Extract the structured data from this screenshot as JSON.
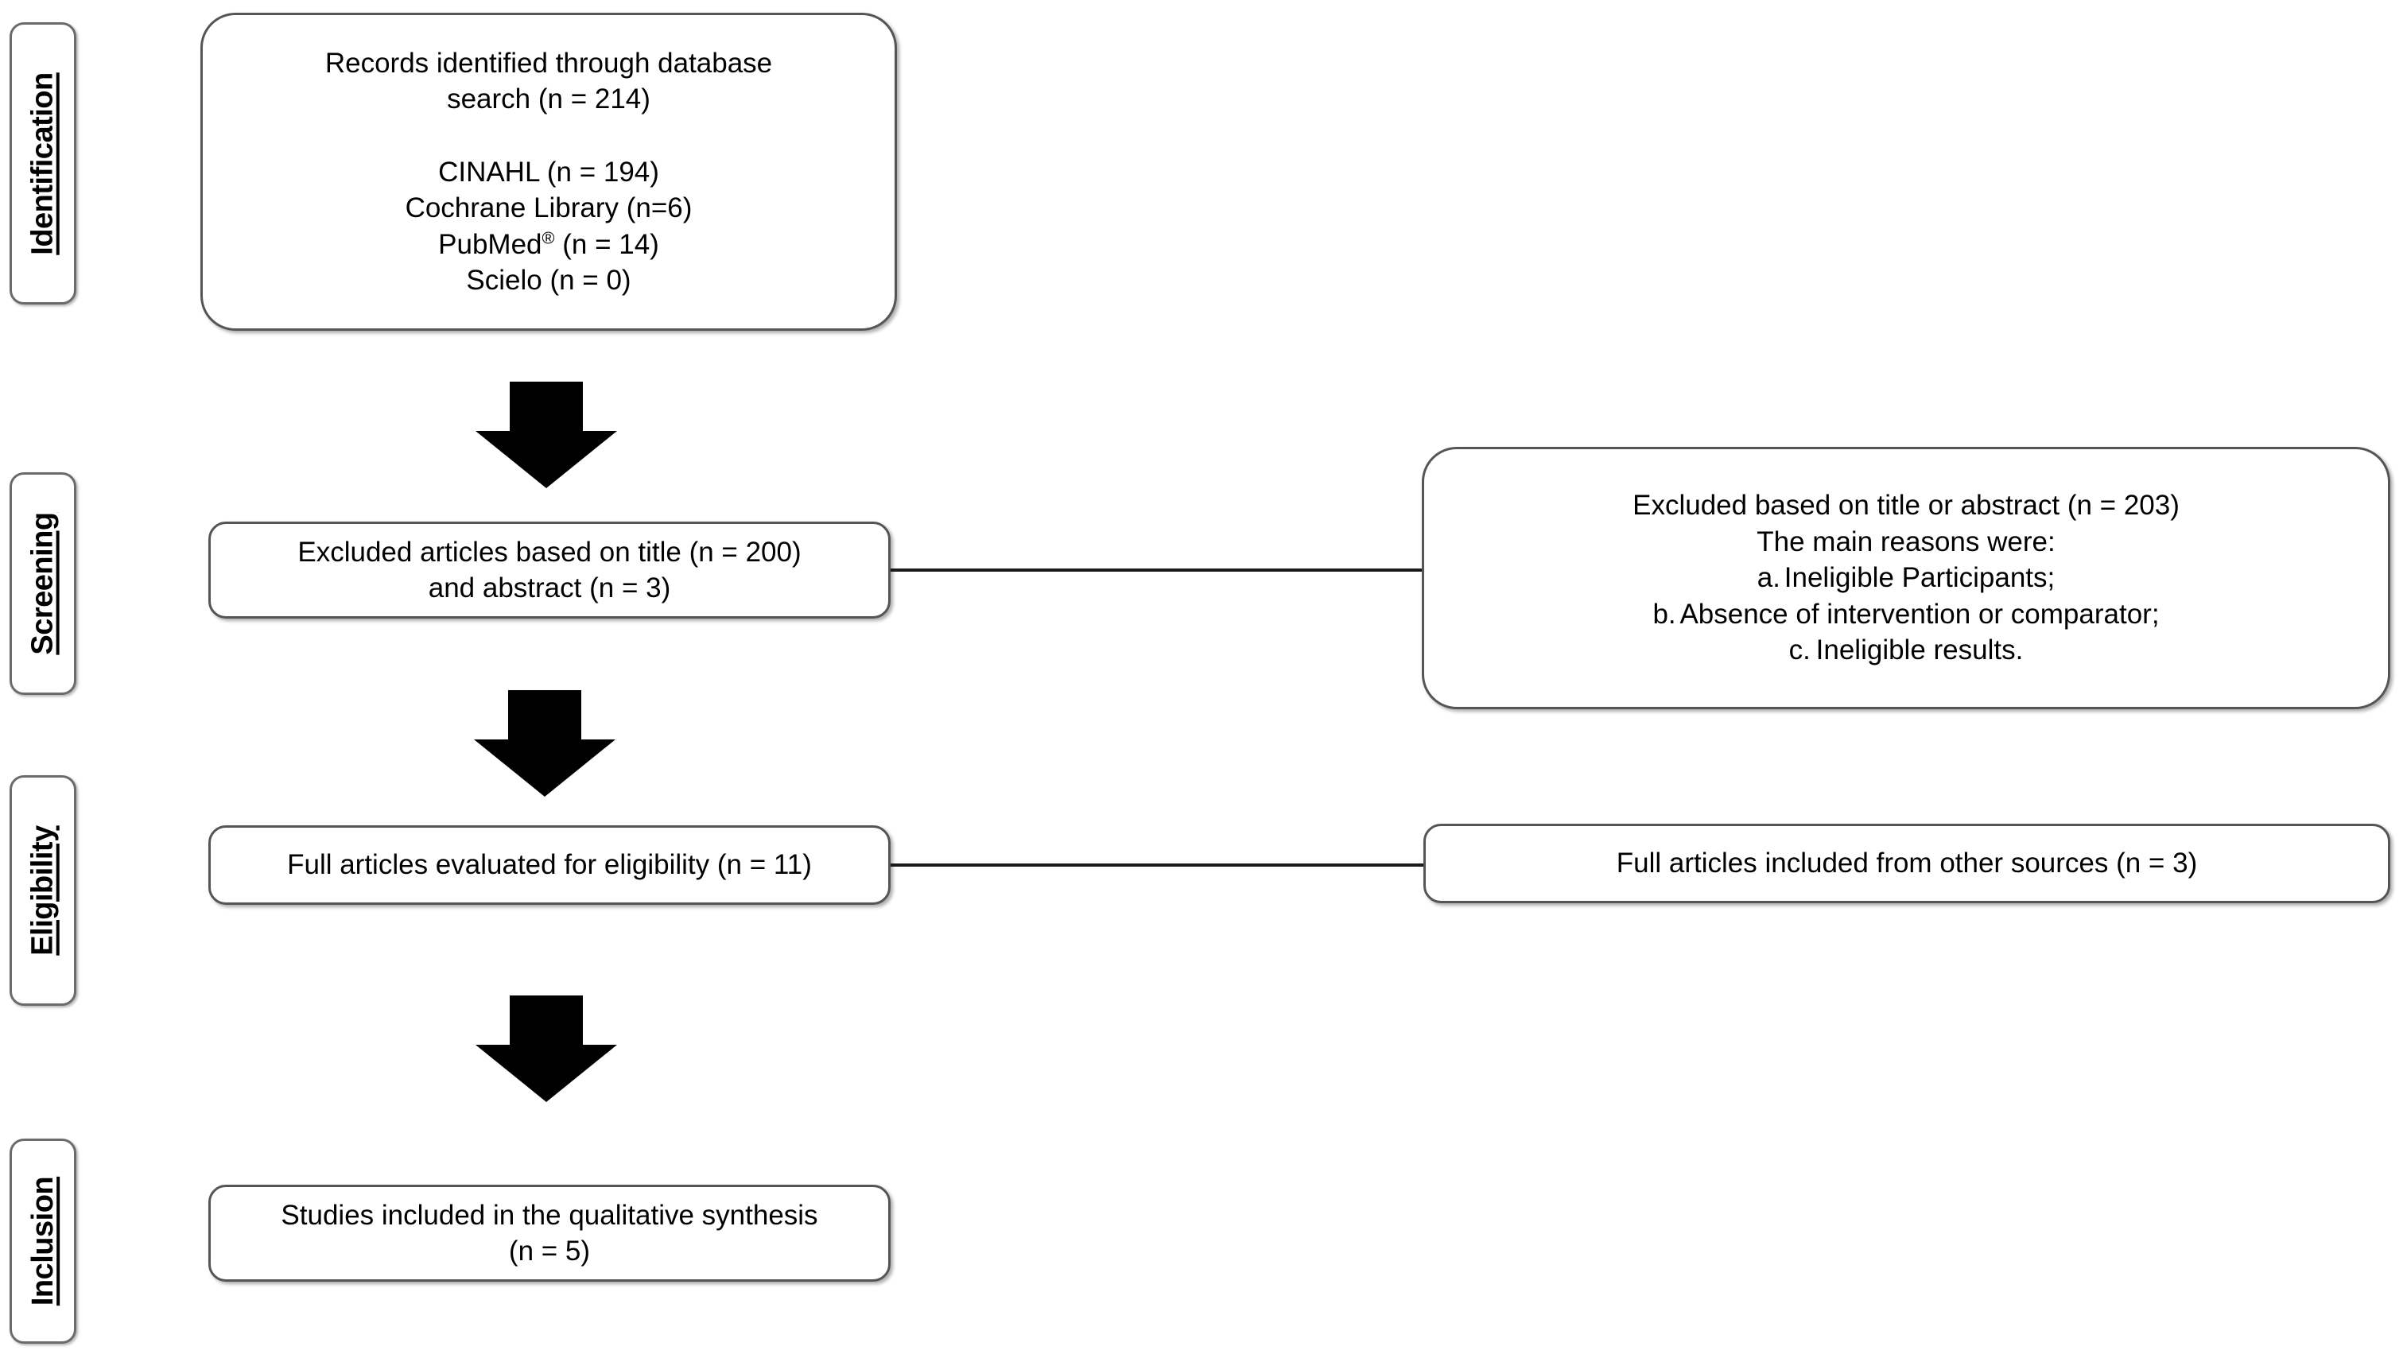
{
  "diagram": {
    "title": "PRISMA flow diagram",
    "type": "prisma-flowchart",
    "line_color": "#1a1a1a",
    "box_border_color": "#555555",
    "arrow_color": "#000000",
    "background": "#ffffff"
  },
  "stages": [
    {
      "id": "identification",
      "label": "Identification"
    },
    {
      "id": "screening",
      "label": "Screening"
    },
    {
      "id": "eligibility",
      "label": "Eligibility"
    },
    {
      "id": "inclusion",
      "label": "Inclusion"
    }
  ],
  "boxes": {
    "records_identified": {
      "lines": [
        "Records identified through database",
        "search (n = 214)"
      ],
      "sources": [
        {
          "name": "CINAHL",
          "count_text": "(n = 194)",
          "text": "CINAHL (n = 194)"
        },
        {
          "name": "Cochrane Library",
          "count_text": "(n=6)",
          "text": "Cochrane Library (n=6)"
        },
        {
          "name": "PubMed",
          "registered": "®",
          "count_text": "(n = 14)",
          "text_before": "PubMed",
          "text_after": " (n = 14)"
        },
        {
          "name": "Scielo",
          "count_text": "(n = 0)",
          "text": "Scielo (n = 0)"
        }
      ]
    },
    "excluded_left": {
      "lines": [
        "Excluded articles based on title (n = 200)",
        "and abstract (n = 3)"
      ]
    },
    "excluded_right": {
      "heading": "Excluded based on title or abstract (n = 203)",
      "subheading": "The main reasons were:",
      "reasons": [
        {
          "marker": "a.",
          "text": "Ineligible Participants;"
        },
        {
          "marker": "b.",
          "text": "Absence of intervention or comparator;"
        },
        {
          "marker": "c.",
          "text": "Ineligible results."
        }
      ]
    },
    "full_articles_eligibility": {
      "lines": [
        "Full articles evaluated for eligibility (n = 11)"
      ]
    },
    "full_articles_other_sources": {
      "lines": [
        "Full articles included from other sources (n = 3)"
      ]
    },
    "studies_included": {
      "lines": [
        "Studies included in the qualitative synthesis",
        "(n = 5)"
      ]
    }
  },
  "chart_data": {
    "type": "diagram",
    "title": "PRISMA flow diagram",
    "nodes": [
      {
        "id": "records_identified",
        "stage": "Identification",
        "label": "Records identified through database search",
        "n": 214
      },
      {
        "id": "cinahl",
        "stage": "Identification",
        "label": "CINAHL",
        "n": 194
      },
      {
        "id": "cochrane",
        "stage": "Identification",
        "label": "Cochrane Library",
        "n": 6
      },
      {
        "id": "pubmed",
        "stage": "Identification",
        "label": "PubMed®",
        "n": 14
      },
      {
        "id": "scielo",
        "stage": "Identification",
        "label": "Scielo",
        "n": 0
      },
      {
        "id": "excluded_left",
        "stage": "Screening",
        "label": "Excluded articles based on title and abstract",
        "n_title": 200,
        "n_abstract": 3
      },
      {
        "id": "excluded_right",
        "stage": "Screening",
        "label": "Excluded based on title or abstract",
        "n": 203
      },
      {
        "id": "full_articles_eligibility",
        "stage": "Eligibility",
        "label": "Full articles evaluated for eligibility",
        "n": 11
      },
      {
        "id": "full_articles_other_sources",
        "stage": "Eligibility",
        "label": "Full articles included from other sources",
        "n": 3
      },
      {
        "id": "studies_included",
        "stage": "Inclusion",
        "label": "Studies included in the qualitative synthesis",
        "n": 5
      }
    ],
    "edges": [
      {
        "from": "records_identified",
        "to": "excluded_left",
        "kind": "arrow-down"
      },
      {
        "from": "excluded_left",
        "to": "excluded_right",
        "kind": "line-right"
      },
      {
        "from": "excluded_left",
        "to": "full_articles_eligibility",
        "kind": "arrow-down"
      },
      {
        "from": "full_articles_eligibility",
        "to": "full_articles_other_sources",
        "kind": "line-right"
      },
      {
        "from": "full_articles_eligibility",
        "to": "studies_included",
        "kind": "arrow-down"
      }
    ]
  }
}
